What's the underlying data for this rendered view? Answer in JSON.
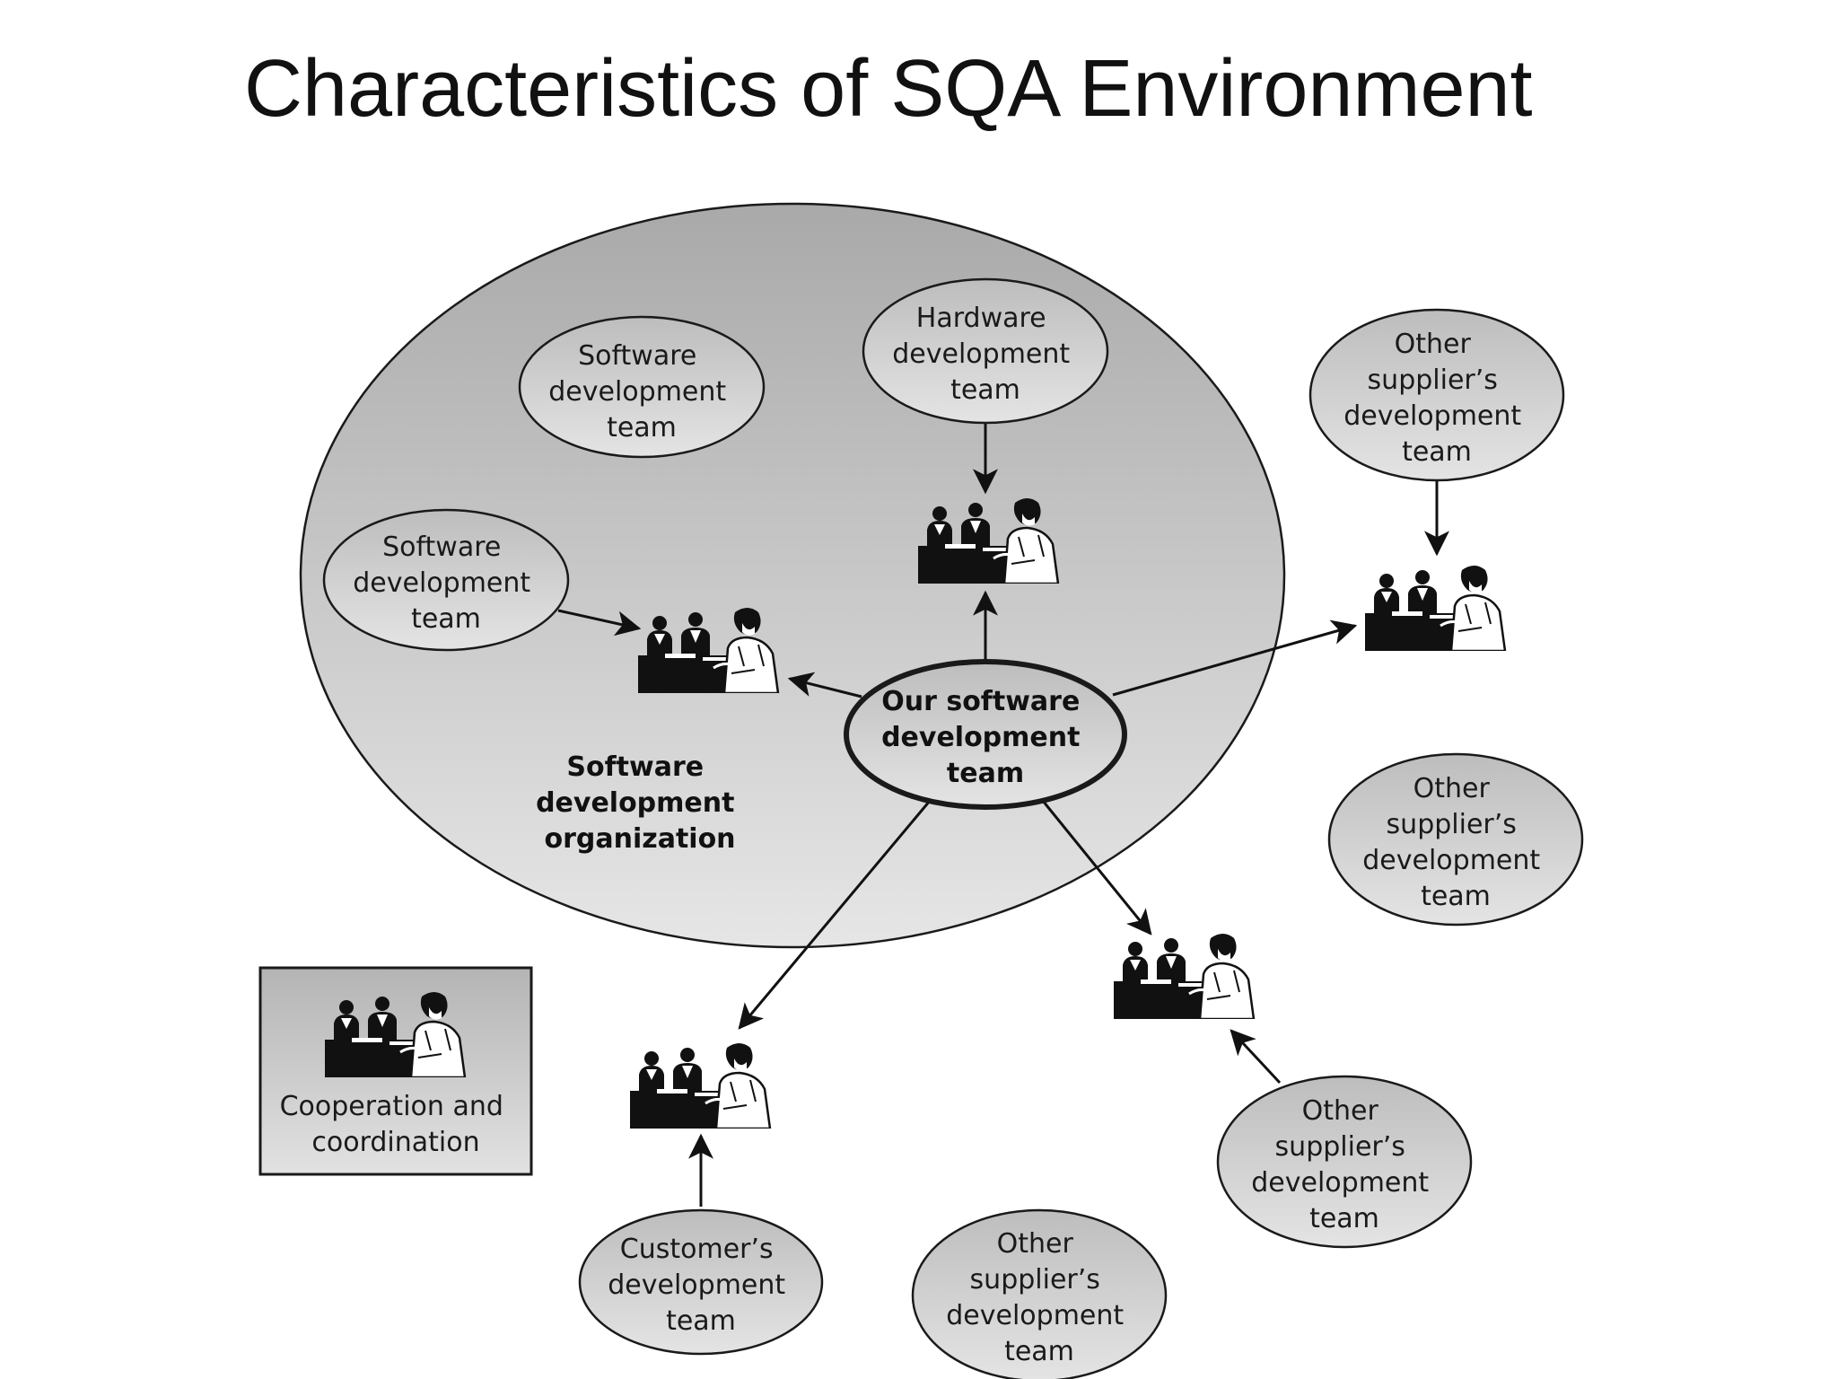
{
  "title": "Characteristics of SQA Environment",
  "organization_label": [
    "Software",
    "development",
    "organization"
  ],
  "nodes": {
    "our_team": [
      "Our software",
      "development",
      "team"
    ],
    "sw_team_1": [
      "Software",
      "development",
      "team"
    ],
    "sw_team_2": [
      "Software",
      "development",
      "team"
    ],
    "hw_team": [
      "Hardware",
      "development",
      "team"
    ],
    "other_supplier_1": [
      "Other",
      "supplier’s",
      "development",
      "team"
    ],
    "other_supplier_2": [
      "Other",
      "supplier’s",
      "development",
      "team"
    ],
    "other_supplier_3": [
      "Other",
      "supplier’s",
      "development",
      "team"
    ],
    "other_supplier_4": [
      "Other",
      "supplier’s",
      "development",
      "team"
    ],
    "customer_team": [
      "Customer’s",
      "development",
      "team"
    ]
  },
  "legend": {
    "label": [
      "Cooperation and",
      "coordination"
    ]
  },
  "edges": [
    {
      "from": "our_team",
      "to": "meeting-sw"
    },
    {
      "from": "our_team",
      "to": "meeting-hw"
    },
    {
      "from": "our_team",
      "to": "meeting-supplier-1"
    },
    {
      "from": "our_team",
      "to": "meeting-supplier-2"
    },
    {
      "from": "our_team",
      "to": "meeting-customer"
    },
    {
      "from": "sw_team_2",
      "to": "meeting-sw"
    },
    {
      "from": "hw_team",
      "to": "meeting-hw"
    },
    {
      "from": "other_supplier_1",
      "to": "meeting-supplier-1"
    },
    {
      "from": "other_supplier_3",
      "to": "meeting-supplier-2"
    },
    {
      "from": "customer_team",
      "to": "meeting-customer"
    }
  ]
}
